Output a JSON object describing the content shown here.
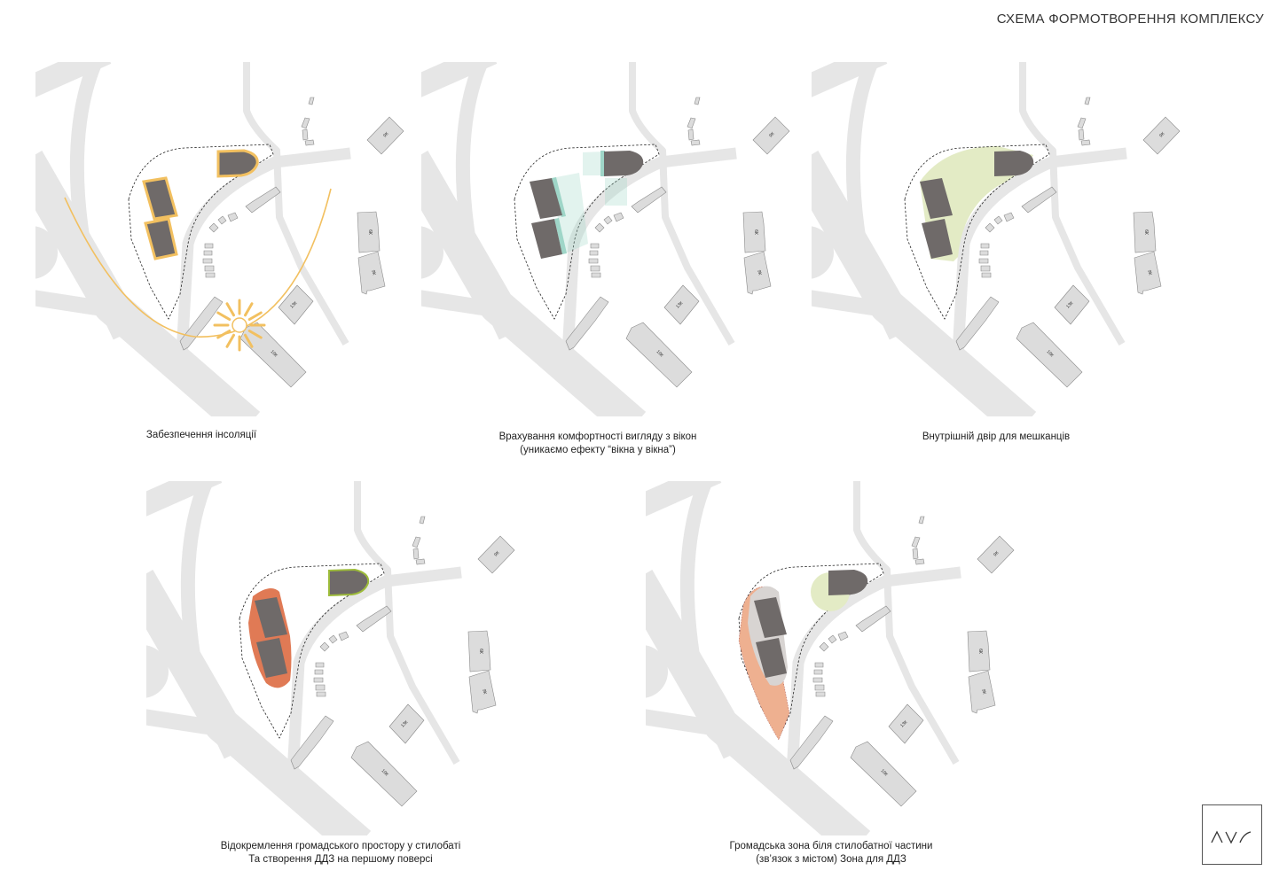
{
  "title": "СХЕМА ФОРМОТВОРЕННЯ КОМПЛЕКСУ",
  "colors": {
    "road": "#e6e6e6",
    "building_dark": "#6f6a69",
    "building_gray": "#dcdcdc",
    "sun": "#f2c060",
    "view": "#9fd6c8",
    "courtyard": "#e3ebc5",
    "public": "#e07a55",
    "public_light": "#eeb090"
  },
  "building_labels": [
    "9К",
    "6К",
    "9К",
    "13К",
    "10К"
  ],
  "panels": [
    {
      "caption_lines": [
        "Забезпечення інсоляції"
      ]
    },
    {
      "caption_lines": [
        "Врахування комфортності вигляду з вікон",
        "(уникаємо ефекту “вікна у вікна”)"
      ]
    },
    {
      "caption_lines": [
        "Внутрішній двір для мешканців"
      ]
    },
    {
      "caption_lines": [
        "Відокремлення громадського простору у стилобаті",
        "Та створення ДДЗ на першому поверсі"
      ]
    },
    {
      "caption_lines": [
        "Громадська зона біля стилобатної частини",
        "(зв’язок з містом) Зона для ДДЗ"
      ]
    }
  ],
  "logo": "AVR"
}
